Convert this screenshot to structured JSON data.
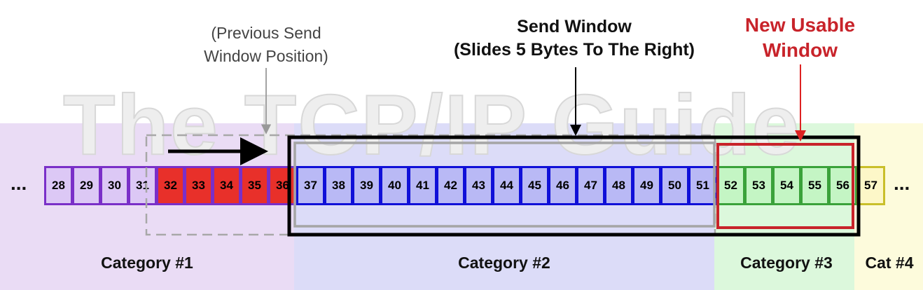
{
  "watermark": "The TCP/IP Guide",
  "labels": {
    "previous_window": [
      "(Previous Send",
      "Window Position)"
    ],
    "send_window": [
      "Send Window",
      "(Slides 5 Bytes To The Right)"
    ],
    "new_usable_window": [
      "New Usable",
      "Window"
    ]
  },
  "ellipsis_left": "...",
  "ellipsis_right": "...",
  "categories": [
    {
      "label": "Category #1",
      "color": "#eadcf5"
    },
    {
      "label": "Category #2",
      "color": "#dcdcf8"
    },
    {
      "label": "Category #3",
      "color": "#dcf8dc"
    },
    {
      "label": "Cat #4",
      "color": "#fdfbdc"
    }
  ],
  "bytes": [
    {
      "n": "28",
      "cat": 1,
      "sent": false
    },
    {
      "n": "29",
      "cat": 1,
      "sent": false
    },
    {
      "n": "30",
      "cat": 1,
      "sent": false
    },
    {
      "n": "31",
      "cat": 1,
      "sent": false
    },
    {
      "n": "32",
      "cat": 1,
      "sent": true
    },
    {
      "n": "33",
      "cat": 1,
      "sent": true
    },
    {
      "n": "34",
      "cat": 1,
      "sent": true
    },
    {
      "n": "35",
      "cat": 1,
      "sent": true
    },
    {
      "n": "36",
      "cat": 1,
      "sent": true
    },
    {
      "n": "37",
      "cat": 2,
      "sent": false
    },
    {
      "n": "38",
      "cat": 2,
      "sent": false
    },
    {
      "n": "39",
      "cat": 2,
      "sent": false
    },
    {
      "n": "40",
      "cat": 2,
      "sent": false
    },
    {
      "n": "41",
      "cat": 2,
      "sent": false
    },
    {
      "n": "42",
      "cat": 2,
      "sent": false
    },
    {
      "n": "43",
      "cat": 2,
      "sent": false
    },
    {
      "n": "44",
      "cat": 2,
      "sent": false
    },
    {
      "n": "45",
      "cat": 2,
      "sent": false
    },
    {
      "n": "46",
      "cat": 2,
      "sent": false
    },
    {
      "n": "47",
      "cat": 2,
      "sent": false
    },
    {
      "n": "48",
      "cat": 2,
      "sent": false
    },
    {
      "n": "49",
      "cat": 2,
      "sent": false
    },
    {
      "n": "50",
      "cat": 2,
      "sent": false
    },
    {
      "n": "51",
      "cat": 2,
      "sent": false
    },
    {
      "n": "52",
      "cat": 3,
      "sent": false
    },
    {
      "n": "53",
      "cat": 3,
      "sent": false
    },
    {
      "n": "54",
      "cat": 3,
      "sent": false
    },
    {
      "n": "55",
      "cat": 3,
      "sent": false
    },
    {
      "n": "56",
      "cat": 3,
      "sent": false
    },
    {
      "n": "57",
      "cat": 4,
      "sent": false
    }
  ],
  "colors": {
    "cat1_cell": "#dcc8f5",
    "cat1_border": "#7a2fc8",
    "sent_fill": "#e8302a",
    "cat2_cell": "#b9b9f5",
    "cat2_border": "#1010d8",
    "cat3_cell": "#c4f5c4",
    "cat3_border": "#3aa23a",
    "cat4_cell": "#fdf7c8",
    "cat4_border": "#c9bf2a",
    "new_window_red": "#c8232a"
  }
}
